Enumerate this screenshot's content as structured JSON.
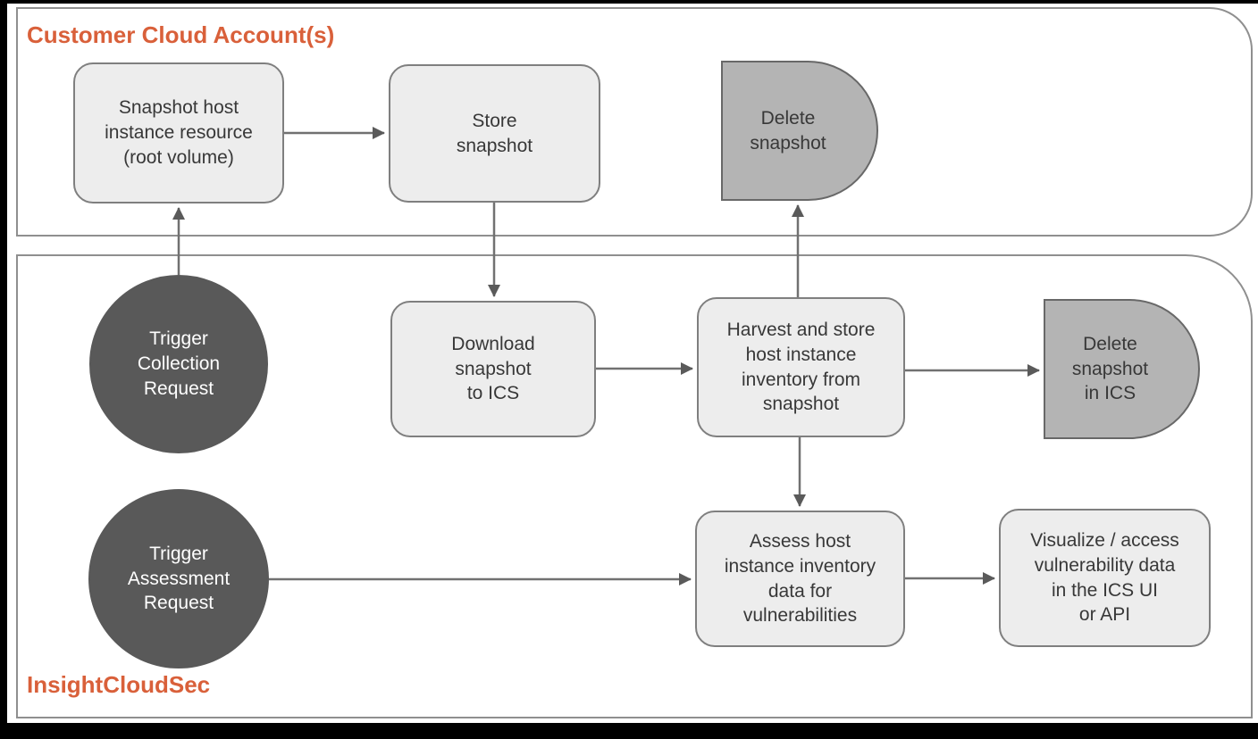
{
  "diagram": {
    "containers": {
      "customer_cloud": {
        "title": "Customer Cloud Account(s)"
      },
      "insightcloudsec": {
        "title": "InsightCloudSec"
      }
    },
    "nodes": {
      "snapshot_host": {
        "label": "Snapshot host\ninstance resource\n(root volume)",
        "shape": "process"
      },
      "store_snapshot": {
        "label": "Store\nsnapshot",
        "shape": "process"
      },
      "delete_snapshot": {
        "label": "Delete\nsnapshot",
        "shape": "delay"
      },
      "trigger_collection": {
        "label": "Trigger\nCollection\nRequest",
        "shape": "circle"
      },
      "download_snapshot": {
        "label": "Download\nsnapshot\nto ICS",
        "shape": "process"
      },
      "harvest": {
        "label": "Harvest and store\nhost instance\ninventory from\nsnapshot",
        "shape": "process"
      },
      "delete_snapshot_ics": {
        "label": "Delete\nsnapshot\nin ICS",
        "shape": "delay"
      },
      "trigger_assessment": {
        "label": "Trigger\nAssessment\nRequest",
        "shape": "circle"
      },
      "assess": {
        "label": "Assess host\ninstance inventory\ndata for\nvulnerabilities",
        "shape": "process"
      },
      "visualize": {
        "label": "Visualize / access\nvulnerability data\nin the ICS UI\nor API",
        "shape": "process"
      }
    },
    "edges": [
      {
        "from": "snapshot_host",
        "to": "store_snapshot"
      },
      {
        "from": "trigger_collection",
        "to": "snapshot_host"
      },
      {
        "from": "store_snapshot",
        "to": "download_snapshot"
      },
      {
        "from": "download_snapshot",
        "to": "harvest"
      },
      {
        "from": "harvest",
        "to": "delete_snapshot"
      },
      {
        "from": "harvest",
        "to": "delete_snapshot_ics"
      },
      {
        "from": "harvest",
        "to": "assess"
      },
      {
        "from": "trigger_assessment",
        "to": "assess"
      },
      {
        "from": "assess",
        "to": "visualize"
      }
    ],
    "colors": {
      "accent_orange": "#D9603A",
      "process_fill": "#EDEDED",
      "process_border": "#7F7F7F",
      "delay_fill": "#B4B4B4",
      "delay_border": "#686868",
      "circle_fill": "#595959",
      "circle_text": "#FFFFFF",
      "container_border": "#8F8F8F",
      "arrow": "#717171",
      "frame": "#000000"
    }
  }
}
